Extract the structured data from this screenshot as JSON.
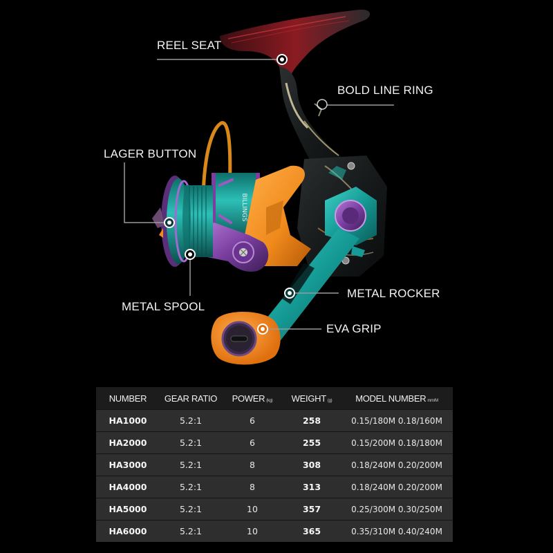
{
  "product": {
    "name": "Spinning fishing reel",
    "brand_mark": "BILLINGS",
    "colors": {
      "background": "#000000",
      "teal": "#1aa6a0",
      "purple": "#7a3fa0",
      "orange": "#f08a1c",
      "bail_gold": "#d9891a",
      "rotor_dark": "#1d2526",
      "seat_red": "#8a1b22",
      "table_header": "#1c1c1c",
      "table_row": "#2e2e2e"
    }
  },
  "callouts": [
    {
      "id": "reel-seat",
      "label": "REEL SEAT"
    },
    {
      "id": "bold-line-ring",
      "label": "BOLD LINE RING"
    },
    {
      "id": "lager-button",
      "label": "LAGER BUTTON"
    },
    {
      "id": "metal-spool",
      "label": "METAL SPOOL"
    },
    {
      "id": "metal-rocker",
      "label": "METAL ROCKER"
    },
    {
      "id": "eva-grip",
      "label": "EVA GRIP"
    }
  ],
  "spec_table": {
    "headers": [
      {
        "label": "NUMBER",
        "unit": ""
      },
      {
        "label": "GEAR RATIO",
        "unit": ""
      },
      {
        "label": "POWER",
        "unit": "(kg)"
      },
      {
        "label": "WEIGHT",
        "unit": "(g)"
      },
      {
        "label": "MODEL NUMBER",
        "unit": "mm/M"
      }
    ],
    "rows": [
      {
        "number": "HA1000",
        "gear_ratio": "5.2:1",
        "power": "6",
        "weight": "258",
        "line_capacity": "0.15/180M 0.18/160M"
      },
      {
        "number": "HA2000",
        "gear_ratio": "5.2:1",
        "power": "6",
        "weight": "255",
        "line_capacity": "0.15/200M 0.18/180M"
      },
      {
        "number": "HA3000",
        "gear_ratio": "5.2:1",
        "power": "8",
        "weight": "308",
        "line_capacity": "0.18/240M 0.20/200M"
      },
      {
        "number": "HA4000",
        "gear_ratio": "5.2:1",
        "power": "8",
        "weight": "313",
        "line_capacity": "0.18/240M 0.20/200M"
      },
      {
        "number": "HA5000",
        "gear_ratio": "5.2:1",
        "power": "10",
        "weight": "357",
        "line_capacity": "0.25/300M 0.30/250M"
      },
      {
        "number": "HA6000",
        "gear_ratio": "5.2:1",
        "power": "10",
        "weight": "365",
        "line_capacity": "0.35/310M  0.40/240M"
      }
    ]
  }
}
